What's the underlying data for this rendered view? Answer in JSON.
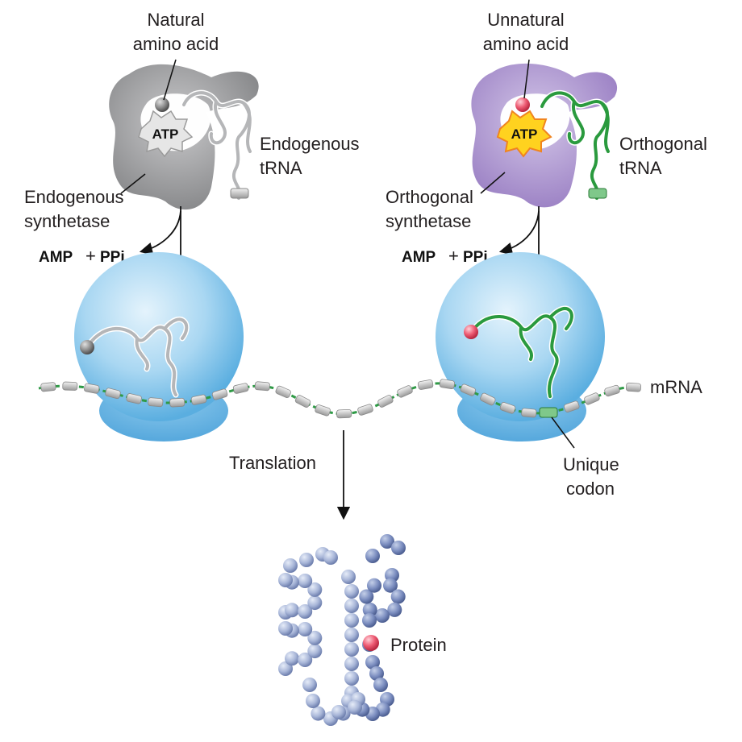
{
  "labels": {
    "natural_aa_line1": "Natural",
    "natural_aa_line2": "amino acid",
    "unnatural_aa_line1": "Unnatural",
    "unnatural_aa_line2": "amino acid",
    "endo_trna_line1": "Endogenous",
    "endo_trna_line2": "tRNA",
    "ortho_trna_line1": "Orthogonal",
    "ortho_trna_line2": "tRNA",
    "endo_synth_line1": "Endogenous",
    "endo_synth_line2": "synthetase",
    "ortho_synth_line1": "Orthogonal",
    "ortho_synth_line2": "synthetase",
    "atp": "ATP",
    "byproduct_amp": "AMP",
    "byproduct_plus": "+",
    "byproduct_ppi": "PPi",
    "mrna": "mRNA",
    "translation": "Translation",
    "unique_codon_line1": "Unique",
    "unique_codon_line2": "codon",
    "protein": "Protein"
  },
  "colors": {
    "endo_synthetase": "#8e8f91",
    "ortho_synthetase": "#a78fc9",
    "endo_trna": "#b5b6b8",
    "ortho_trna": "#2a9a3e",
    "ribosome": "#7cc1e8",
    "protein_bead": "#a9b8d8",
    "unnatural_aa": "#e8506a",
    "atp_burst_ortho": "#ffd21f"
  }
}
